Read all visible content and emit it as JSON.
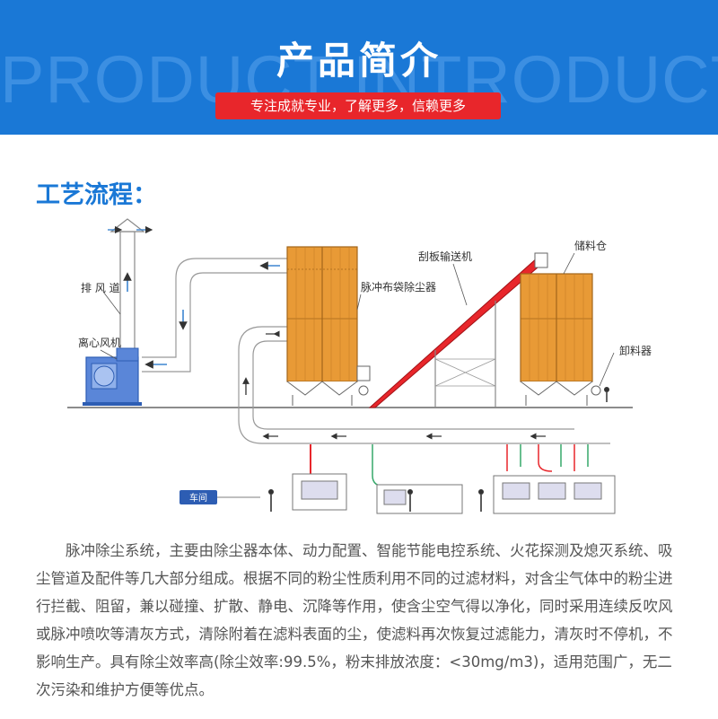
{
  "header": {
    "bg_word": "PRODUCT INTRODUCTION",
    "title": "产品简介",
    "slogan": "专注成就专业，了解更多，信赖更多"
  },
  "section": {
    "title": "工艺流程："
  },
  "diagram": {
    "labels": {
      "duct": "排 风 道",
      "fan": "离心风机",
      "collector": "脉冲布袋除尘器",
      "conveyor": "刮板输送机",
      "silo": "储料仓",
      "unloader": "卸料器",
      "workshop": "车间"
    }
  },
  "description": "脉冲除尘系统，主要由除尘器本体、动力配置、智能节能电控系统、火花探测及熄灭系统、吸尘管道及配件等几大部分组成。根据不同的粉尘性质利用不同的过滤材料，对含尘气体中的粉尘进行拦截、阻留，兼以碰撞、扩散、静电、沉降等作用，使含尘空气得以净化，同时采用连续反吹风或脉冲喷吹等清灰方式，清除附着在滤料表面的尘，使滤料再次恢复过滤能力，清灰时不停机，不影响生产。具有除尘效率高(除尘效率:99.5%，粉末排放浓度：<30mg/m3)，适用范围广，无二次污染和维护方便等优点。",
  "colors": {
    "brand_blue": "#1a78d6",
    "accent_red": "#e8262b",
    "filter_orange": "#e89a36"
  }
}
